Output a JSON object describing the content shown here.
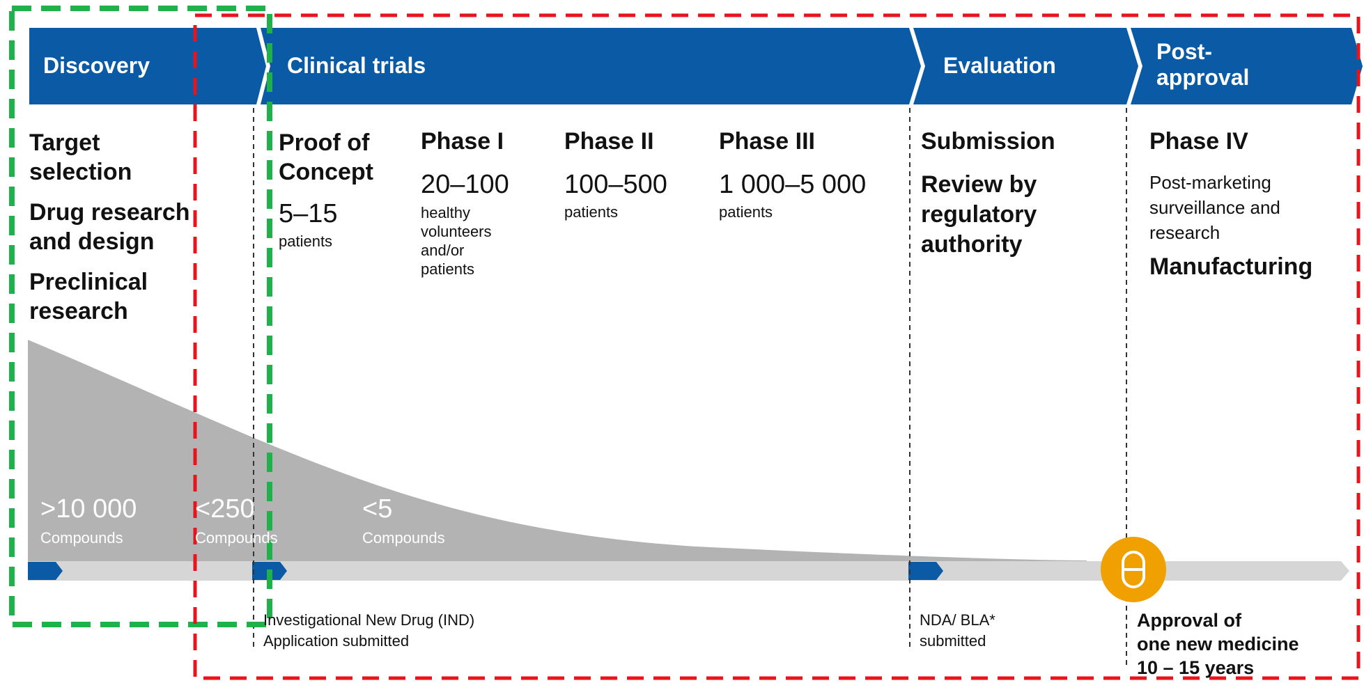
{
  "stages": {
    "discovery": "Discovery",
    "clinical": "Clinical trials",
    "evaluation": "Evaluation",
    "post_approval": [
      "Post-",
      "approval"
    ]
  },
  "discovery": {
    "items": [
      [
        "Target",
        "selection"
      ],
      [
        "Drug research",
        "and design"
      ],
      [
        "Preclinical",
        "research"
      ]
    ]
  },
  "phases": {
    "poc": {
      "title": [
        "Proof of",
        "Concept"
      ],
      "count": "5–15",
      "unit": [
        "patients"
      ]
    },
    "p1": {
      "title": "Phase I",
      "count": "20–100",
      "unit": [
        "healthy",
        "volunteers",
        "and/or",
        "patients"
      ]
    },
    "p2": {
      "title": "Phase II",
      "count": "100–500",
      "unit": [
        "patients"
      ]
    },
    "p3": {
      "title": "Phase III",
      "count": "1 000–5 000",
      "unit": [
        "patients"
      ]
    }
  },
  "evaluation": {
    "submission": "Submission",
    "review": [
      "Review by",
      "regulatory",
      "authority"
    ]
  },
  "post": {
    "title": "Phase IV",
    "desc": [
      "Post-marketing",
      "surveillance and",
      "research"
    ],
    "manufacturing": "Manufacturing"
  },
  "compounds": [
    {
      "count": ">10 000",
      "label": "Compounds"
    },
    {
      "count": "<250",
      "label": "Compounds"
    },
    {
      "count": "<5",
      "label": "Compounds"
    }
  ],
  "milestones": {
    "ind": [
      "Investigational New Drug (IND)",
      "Application submitted"
    ],
    "nda": [
      "NDA/ BLA*",
      "submitted"
    ],
    "approval": [
      "Approval of",
      "one new medicine",
      "10 – 15 years"
    ]
  },
  "colors": {
    "banner": "#0a5aa5",
    "funnel": "#b3b3b3",
    "timeline": "#d6d6d6",
    "pill": "#f0a000",
    "green_box": "#1fb24a",
    "red_box": "#e8141b"
  },
  "icons": {
    "pill": "capsule-icon"
  }
}
